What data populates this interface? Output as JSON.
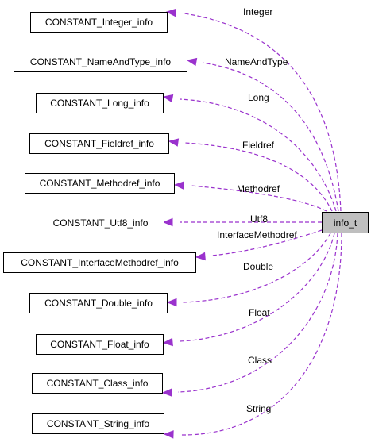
{
  "colors": {
    "edge": "#9a32cd",
    "box_border": "#000000",
    "target_fill": "#bfbfbf"
  },
  "target": {
    "label": "info_t"
  },
  "nodes": [
    {
      "id": "integer",
      "label": "CONSTANT_Integer_info",
      "edge_label": "Integer"
    },
    {
      "id": "nameandtype",
      "label": "CONSTANT_NameAndType_info",
      "edge_label": "NameAndType"
    },
    {
      "id": "long",
      "label": "CONSTANT_Long_info",
      "edge_label": "Long"
    },
    {
      "id": "fieldref",
      "label": "CONSTANT_Fieldref_info",
      "edge_label": "Fieldref"
    },
    {
      "id": "methodref",
      "label": "CONSTANT_Methodref_info",
      "edge_label": "Methodref"
    },
    {
      "id": "utf8",
      "label": "CONSTANT_Utf8_info",
      "edge_label": "Utf8"
    },
    {
      "id": "imethodref",
      "label": "CONSTANT_InterfaceMethodref_info",
      "edge_label": "InterfaceMethodref"
    },
    {
      "id": "double",
      "label": "CONSTANT_Double_info",
      "edge_label": "Double"
    },
    {
      "id": "float",
      "label": "CONSTANT_Float_info",
      "edge_label": "Float"
    },
    {
      "id": "class",
      "label": "CONSTANT_Class_info",
      "edge_label": "Class"
    },
    {
      "id": "string",
      "label": "CONSTANT_String_info",
      "edge_label": "String"
    }
  ]
}
